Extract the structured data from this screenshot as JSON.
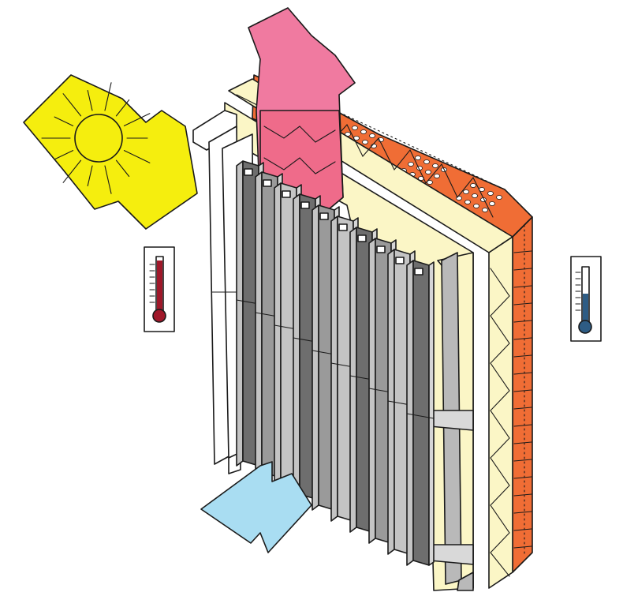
{
  "diagram": {
    "components": [
      "sun-arrow",
      "warm-air-out-arrow",
      "cool-air-in-arrow",
      "thermometer-hot",
      "thermometer-cold",
      "grey-cladding-panels",
      "white-outer-panels",
      "cream-insulation-layer",
      "hollow-brick-wall"
    ]
  },
  "colors": {
    "sun": "#f5ee0e",
    "warm_air": "#f07aa0",
    "warm_air_deep": "#ee5f78",
    "cool_air": "#a9ddf2",
    "brick": "#f06d35",
    "insulation": "#fbf6c6",
    "panel_dark": "#6e6e6e",
    "panel_mid": "#9a9a9a",
    "panel_light": "#c4c4c4",
    "hot_fill": "#a0182a",
    "cold_fill": "#2e5c84"
  }
}
